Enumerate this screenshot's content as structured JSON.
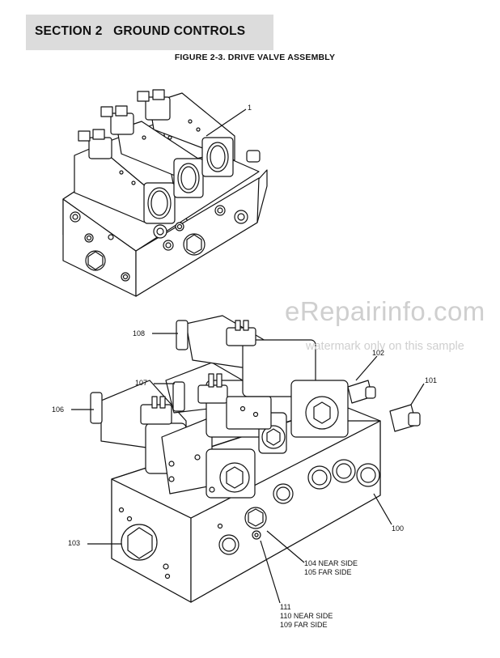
{
  "header": {
    "section_title": "SECTION 2   GROUND CONTROLS",
    "figure_caption": "FIGURE 2-3. DRIVE VALVE ASSEMBLY"
  },
  "watermark": {
    "main": "eRepairinfo.com",
    "sub": "watermark only on this sample"
  },
  "callouts": {
    "c1": "1",
    "c100": "100",
    "c101": "101",
    "c102": "102",
    "c103": "103",
    "c104_105": "104 NEAR SIDE\n105 FAR SIDE",
    "c106": "106",
    "c107": "107",
    "c108": "108",
    "c109_111": "111\n110 NEAR SIDE\n109 FAR SIDE"
  }
}
